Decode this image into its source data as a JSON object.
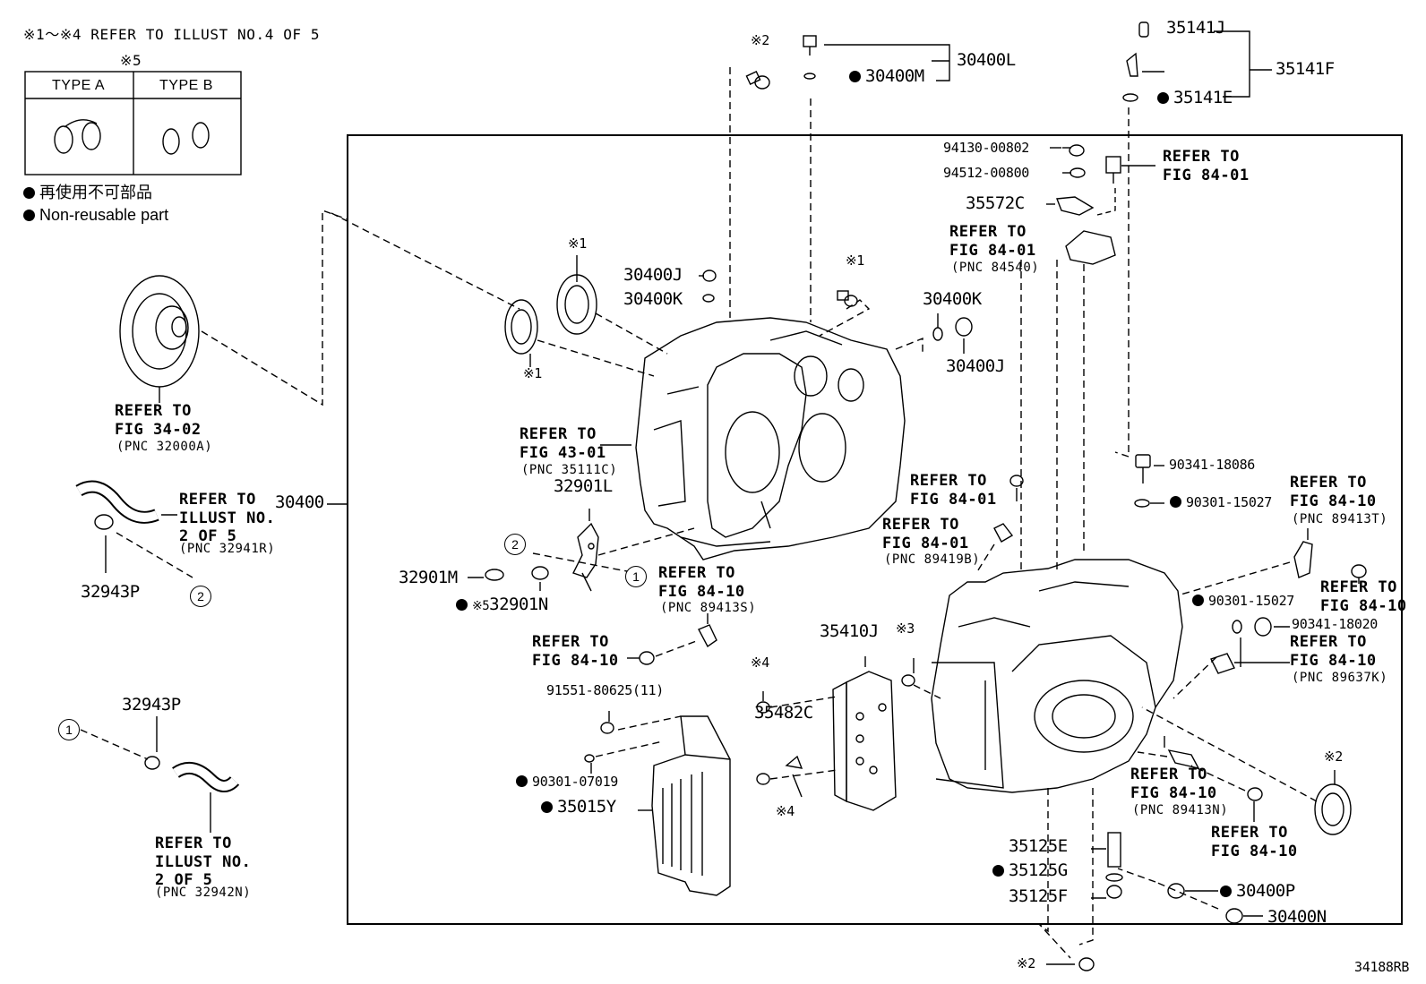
{
  "header": {
    "note": "※1～※4 REFER TO ILLUST NO.4 OF 5",
    "legend_title": "※5",
    "type_a": "TYPE A",
    "type_b": "TYPE B",
    "legend_jp": "再使用不可部品",
    "legend_en": "Non-reusable part"
  },
  "illustration_id": "34188RB",
  "callouts": {
    "one": "1",
    "two": "2"
  },
  "marks": {
    "m1": "※1",
    "m2": "※2",
    "m3": "※3",
    "m4": "※4",
    "m5": "※5"
  },
  "parts": {
    "p30400": "30400",
    "p30400L": "30400L",
    "p30400M": "30400M",
    "p35141J": "35141J",
    "p35141F": "35141F",
    "p35141E": "35141E",
    "p94130": "94130-00802",
    "p94512": "94512-00800",
    "p35572C": "35572C",
    "p30400J_a": "30400J",
    "p30400K_a": "30400K",
    "p30400K_b": "30400K",
    "p30400J_b": "30400J",
    "p32901L": "32901L",
    "p32901M": "32901M",
    "p32901N": "32901N",
    "p32943P_a": "32943P",
    "p32943P_b": "32943P",
    "p90341_18086": "90341-18086",
    "p90301_15027_a": "90301-15027",
    "p90301_15027_b": "90301-15027",
    "p90341_18020": "90341-18020",
    "p35410J": "35410J",
    "p35482C": "35482C",
    "p91551": "91551-80625(11)",
    "p90301_07019": "90301-07019",
    "p35015Y": "35015Y",
    "p35125E": "35125E",
    "p35125G": "35125G",
    "p35125F": "35125F",
    "p30400P": "30400P",
    "p30400N": "30400N"
  },
  "refs": {
    "r_fig3402": "REFER TO\nFIG 34-02",
    "r_pnc32000A": "(PNC 32000A)",
    "r_fig4301": "REFER TO\nFIG 43-01",
    "r_pnc35111C": "(PNC 35111C)",
    "r_illust2_a": "REFER TO\nILLUST NO.\n2 OF 5",
    "r_pnc32941R": "(PNC 32941R)",
    "r_illust2_b": "REFER TO\nILLUST NO.\n2 OF 5",
    "r_pnc32942N": "(PNC 32942N)",
    "r_fig8401_a": "REFER TO\nFIG 84-01",
    "r_fig8401_b": "REFER TO\nFIG 84-01",
    "r_pnc84540": "(PNC 84540)",
    "r_fig8401_c": "REFER TO\nFIG 84-01",
    "r_fig8401_d": "REFER TO\nFIG 84-01",
    "r_pnc89419B": "(PNC 89419B)",
    "r_fig8410_a": "REFER TO\nFIG 84-10",
    "r_pnc89413S": "(PNC 89413S)",
    "r_fig8410_b": "REFER TO\nFIG 84-10",
    "r_fig8410_c": "REFER TO\nFIG 84-10",
    "r_pnc89413T": "(PNC 89413T)",
    "r_fig8410_d": "REFER TO\nFIG 84-10",
    "r_fig8410_e": "REFER TO\nFIG 84-10",
    "r_pnc89637K": "(PNC 89637K)",
    "r_fig8410_f": "REFER TO\nFIG 84-10",
    "r_pnc89413N": "(PNC 89413N)",
    "r_fig8410_g": "REFER TO\nFIG 84-10"
  }
}
